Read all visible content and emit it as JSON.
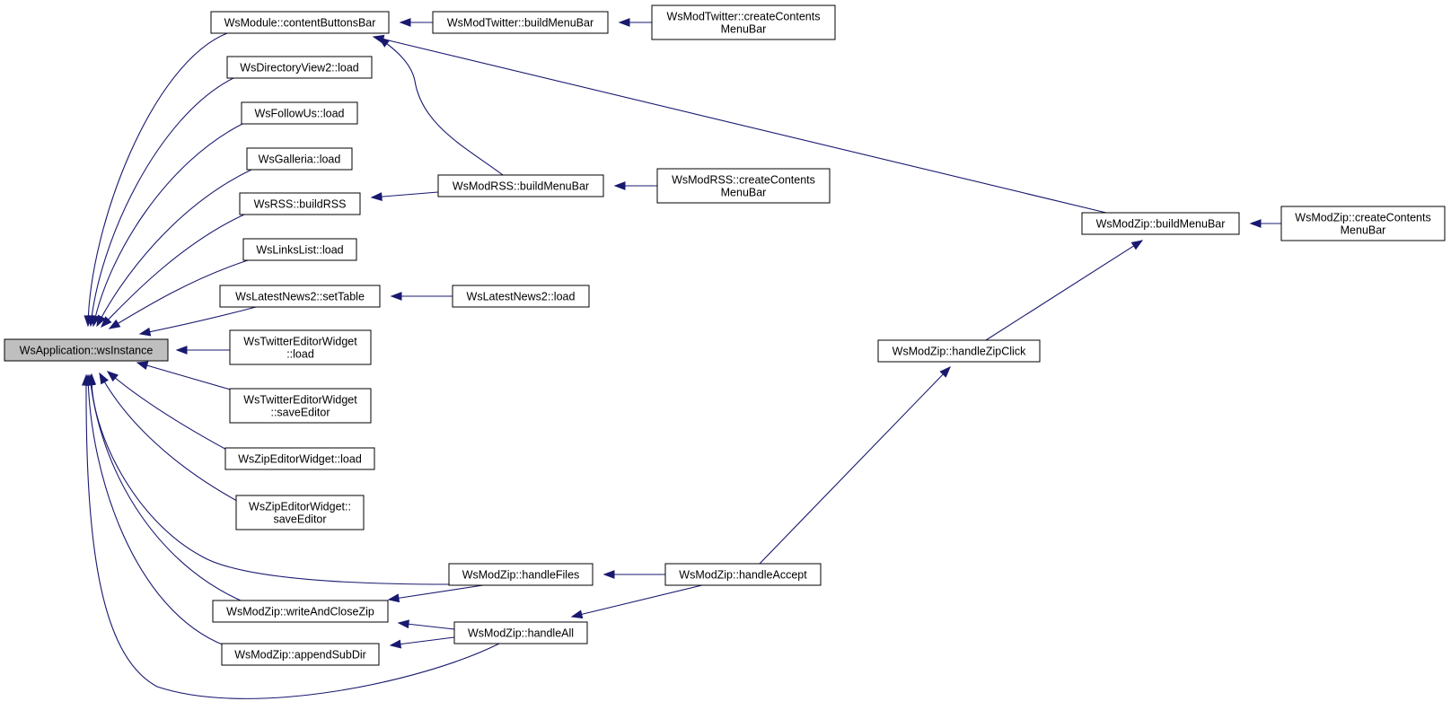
{
  "graph": {
    "edge_color": "#191970",
    "root_fill": "#bfbfbf",
    "nodes": [
      {
        "id": "wsinstance",
        "lines": [
          "WsApplication::wsInstance"
        ],
        "root": true
      },
      {
        "id": "cbb",
        "lines": [
          "WsModule::contentButtonsBar"
        ]
      },
      {
        "id": "twbmb",
        "lines": [
          "WsModTwitter::buildMenuBar"
        ]
      },
      {
        "id": "twccm",
        "lines": [
          "WsModTwitter::createContents",
          "MenuBar"
        ]
      },
      {
        "id": "dirv2",
        "lines": [
          "WsDirectoryView2::load"
        ]
      },
      {
        "id": "followus",
        "lines": [
          "WsFollowUs::load"
        ]
      },
      {
        "id": "galleria",
        "lines": [
          "WsGalleria::load"
        ]
      },
      {
        "id": "rssbuild",
        "lines": [
          "WsRSS::buildRSS"
        ]
      },
      {
        "id": "modrssbmb",
        "lines": [
          "WsModRSS::buildMenuBar"
        ]
      },
      {
        "id": "modrssccm",
        "lines": [
          "WsModRSS::createContents",
          "MenuBar"
        ]
      },
      {
        "id": "links",
        "lines": [
          "WsLinksList::load"
        ]
      },
      {
        "id": "ln2set",
        "lines": [
          "WsLatestNews2::setTable"
        ]
      },
      {
        "id": "ln2load",
        "lines": [
          "WsLatestNews2::load"
        ]
      },
      {
        "id": "tweload",
        "lines": [
          "WsTwitterEditorWidget",
          "::load"
        ]
      },
      {
        "id": "twesave",
        "lines": [
          "WsTwitterEditorWidget",
          "::saveEditor"
        ]
      },
      {
        "id": "zipeload",
        "lines": [
          "WsZipEditorWidget::load"
        ]
      },
      {
        "id": "zipesave",
        "lines": [
          "WsZipEditorWidget::",
          "saveEditor"
        ]
      },
      {
        "id": "zipbmb",
        "lines": [
          "WsModZip::buildMenuBar"
        ]
      },
      {
        "id": "zipccm",
        "lines": [
          "WsModZip::createContents",
          "MenuBar"
        ]
      },
      {
        "id": "zipclick",
        "lines": [
          "WsModZip::handleZipClick"
        ]
      },
      {
        "id": "handlefiles",
        "lines": [
          "WsModZip::handleFiles"
        ]
      },
      {
        "id": "handleaccept",
        "lines": [
          "WsModZip::handleAccept"
        ]
      },
      {
        "id": "writeclose",
        "lines": [
          "WsModZip::writeAndCloseZip"
        ]
      },
      {
        "id": "handleall",
        "lines": [
          "WsModZip::handleAll"
        ]
      },
      {
        "id": "appendsub",
        "lines": [
          "WsModZip::appendSubDir"
        ]
      }
    ],
    "edges": [
      {
        "from": "cbb",
        "to": "wsinstance"
      },
      {
        "from": "dirv2",
        "to": "wsinstance"
      },
      {
        "from": "followus",
        "to": "wsinstance"
      },
      {
        "from": "galleria",
        "to": "wsinstance"
      },
      {
        "from": "rssbuild",
        "to": "wsinstance"
      },
      {
        "from": "links",
        "to": "wsinstance"
      },
      {
        "from": "ln2set",
        "to": "wsinstance"
      },
      {
        "from": "tweload",
        "to": "wsinstance"
      },
      {
        "from": "twesave",
        "to": "wsinstance"
      },
      {
        "from": "zipeload",
        "to": "wsinstance"
      },
      {
        "from": "zipesave",
        "to": "wsinstance"
      },
      {
        "from": "handlefiles",
        "to": "wsinstance"
      },
      {
        "from": "writeclose",
        "to": "wsinstance"
      },
      {
        "from": "appendsub",
        "to": "wsinstance"
      },
      {
        "from": "handleall",
        "to": "wsinstance"
      },
      {
        "from": "twbmb",
        "to": "cbb"
      },
      {
        "from": "twccm",
        "to": "twbmb"
      },
      {
        "from": "modrssbmb",
        "to": "cbb"
      },
      {
        "from": "zipbmb",
        "to": "cbb"
      },
      {
        "from": "modrssbmb",
        "to": "rssbuild"
      },
      {
        "from": "modrssccm",
        "to": "modrssbmb"
      },
      {
        "from": "ln2load",
        "to": "ln2set"
      },
      {
        "from": "zipccm",
        "to": "zipbmb"
      },
      {
        "from": "zipclick",
        "to": "zipbmb"
      },
      {
        "from": "handleaccept",
        "to": "zipclick"
      },
      {
        "from": "handleaccept",
        "to": "handlefiles"
      },
      {
        "from": "handleaccept",
        "to": "handleall"
      },
      {
        "from": "handlefiles",
        "to": "writeclose"
      },
      {
        "from": "handleall",
        "to": "writeclose"
      },
      {
        "from": "handleall",
        "to": "appendsub"
      }
    ]
  }
}
